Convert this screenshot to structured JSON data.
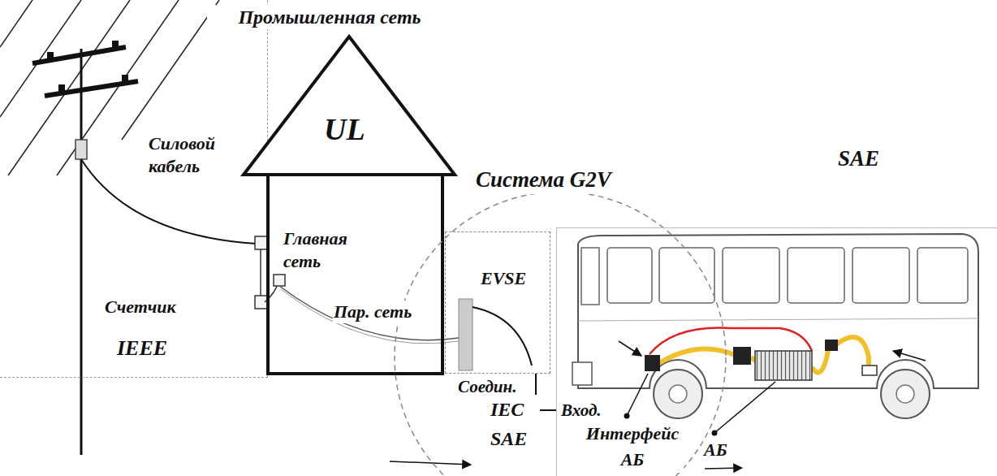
{
  "diagram": {
    "nodes": [
      {
        "text": [
          "IEEE"
        ]
      },
      {
        "text": [
          "Промышленная сеть",
          "UL"
        ]
      },
      {
        "text": [
          "Система G2V"
        ]
      },
      {
        "text": [
          "EVSE"
        ]
      },
      {
        "text": [
          "SAE"
        ]
      }
    ],
    "edges": [
      {
        "from": 3,
        "to": 4,
        "arrow": "none"
      }
    ],
    "labels": [
      "Силовой кабель",
      "Счетчик",
      "Главная сеть",
      "Пар. сеть",
      "Соедин.",
      "Вход.",
      "IEC SAE",
      "Интерфейс АБ",
      "АБ"
    ]
  }
}
